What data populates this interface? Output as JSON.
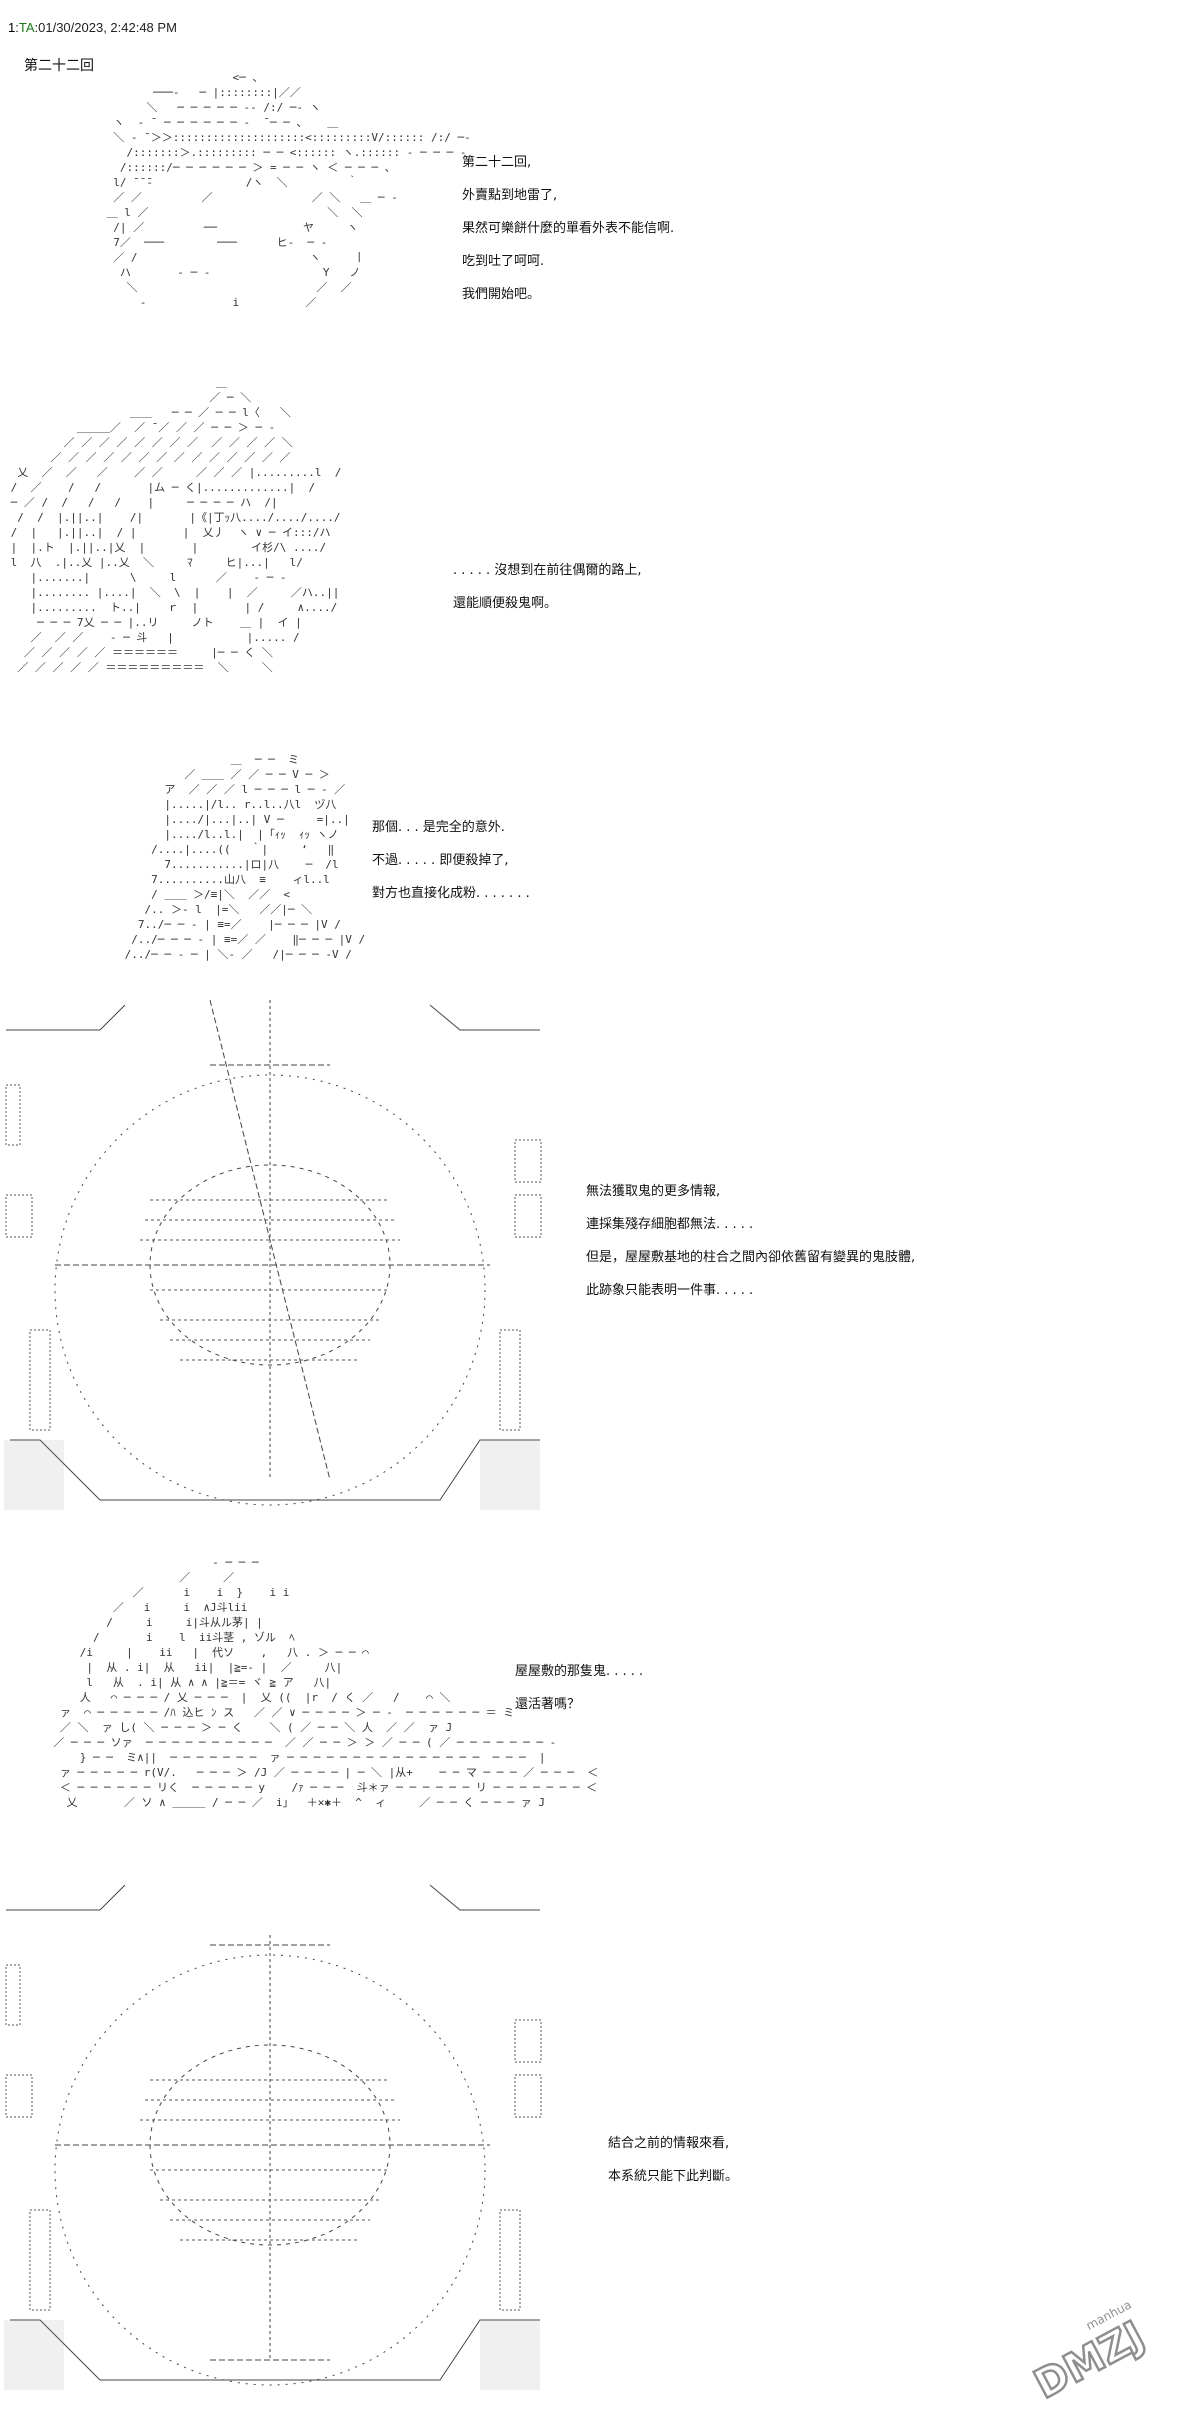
{
  "post": {
    "number": "1",
    "name": "TA",
    "timestamp": ":01/30/2023, 2:42:48 PM",
    "chapter": "第二十二回"
  },
  "panels": [
    {
      "lines": [
        "第二十二回,",
        "外賣點到地雷了,",
        "果然可樂餅什麼的單看外表不能信啊.",
        "吃到吐了呵呵.",
        "我們開始吧。"
      ]
    },
    {
      "lines": [
        ". . . . . 沒想到在前往偶爾的路上,",
        "還能順便殺鬼啊。"
      ]
    },
    {
      "lines": [
        "那個. . . 是完全的意外.",
        "不過. . . . . 即便殺掉了,",
        "對方也直接化成粉. . . . . . ."
      ]
    },
    {
      "lines": [
        "無法獲取鬼的更多情報,",
        "連採集殘存細胞都無法. . . . .",
        "但是，屋屋敷基地的柱合之間內卻依舊留有變異的鬼肢體,",
        "此跡象只能表明一件事. . . . ."
      ]
    },
    {
      "lines": [
        "屋屋敷的那隻鬼. . . . .",
        "還活著嗎？"
      ]
    },
    {
      "lines": [
        "結合之前的情報來看,",
        "本系統只能下此判斷。"
      ]
    }
  ],
  "watermark": {
    "text": "DMZJ",
    "sub": "manhua"
  },
  "colors": {
    "name_green": "#1a7a1a",
    "ink": "#111111",
    "aa_ink": "#333333"
  }
}
